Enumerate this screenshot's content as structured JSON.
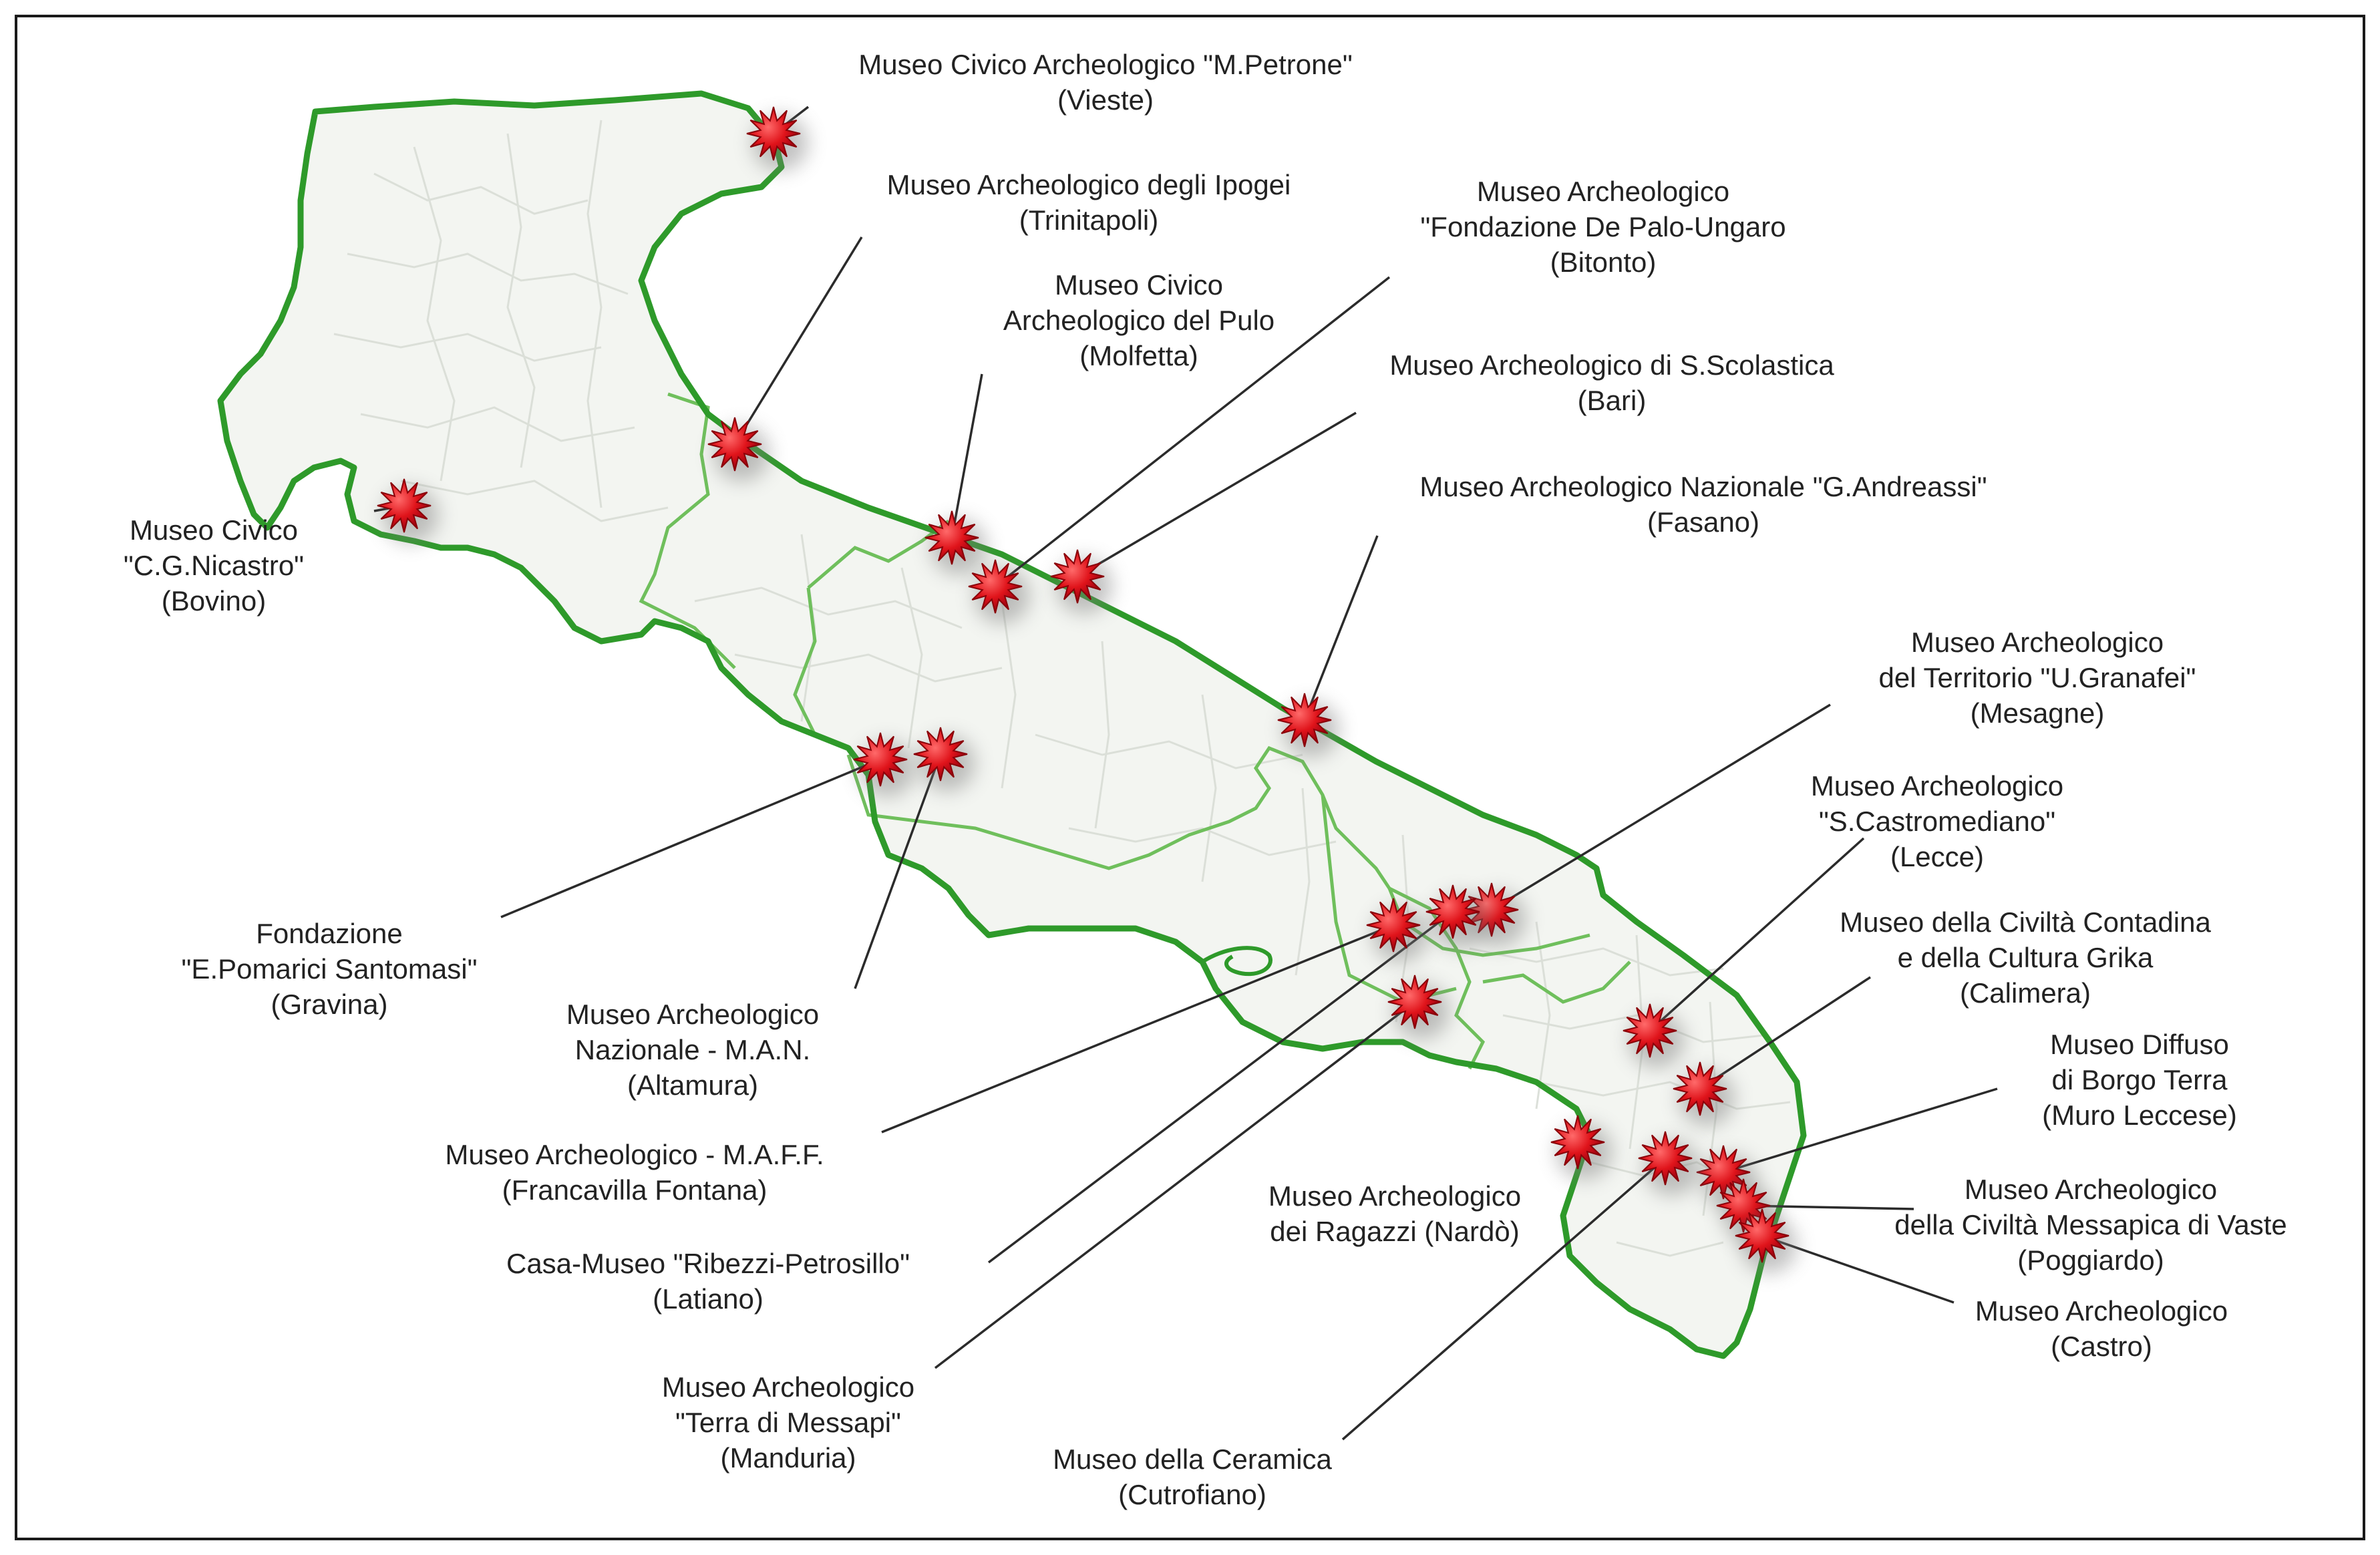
{
  "colors": {
    "region_border": "#2e9a2a",
    "province_border": "#6fbf5c",
    "land_fill": "#f3f5f1",
    "municipality_lines": "#d9ddd6",
    "marker_fill": "#e0141b",
    "marker_stroke": "#8a0008",
    "leader_line": "#2b2b2b",
    "text": "#222222",
    "frame": "#1a1a1a"
  },
  "marker_icon": "red-star-marker-icon",
  "museums": [
    {
      "id": "vieste",
      "name_lines": [
        "Museo Civico Archeologico \"M.Petrone\"",
        "(Vieste)"
      ]
    },
    {
      "id": "trinitapoli",
      "name_lines": [
        "Museo Archeologico degli Ipogei",
        "(Trinitapoli)"
      ]
    },
    {
      "id": "bovino",
      "name_lines": [
        "Museo Civico",
        "\"C.G.Nicastro\"",
        "(Bovino)"
      ]
    },
    {
      "id": "molfetta",
      "name_lines": [
        "Museo Civico",
        "Archeologico del Pulo",
        "(Molfetta)"
      ]
    },
    {
      "id": "bitonto",
      "name_lines": [
        "Museo Archeologico",
        "\"Fondazione De Palo-Ungaro",
        "(Bitonto)"
      ]
    },
    {
      "id": "bari",
      "name_lines": [
        "Museo Archeologico di S.Scolastica",
        "(Bari)"
      ]
    },
    {
      "id": "fasano",
      "name_lines": [
        "Museo Archeologico Nazionale \"G.Andreassi\"",
        "(Fasano)"
      ]
    },
    {
      "id": "mesagne",
      "name_lines": [
        "Museo Archeologico",
        "del Territorio \"U.Granafei\"",
        "(Mesagne)"
      ]
    },
    {
      "id": "lecce",
      "name_lines": [
        "Museo Archeologico",
        "\"S.Castromediano\"",
        "(Lecce)"
      ]
    },
    {
      "id": "calimera",
      "name_lines": [
        "Museo della Civiltà Contadina",
        "e della Cultura Grika",
        "(Calimera)"
      ]
    },
    {
      "id": "muro-leccese",
      "name_lines": [
        "Museo Diffuso",
        "di Borgo Terra",
        "(Muro Leccese)"
      ]
    },
    {
      "id": "poggiardo",
      "name_lines": [
        "Museo Archeologico",
        "della Civiltà Messapica di Vaste",
        "(Poggiardo)"
      ]
    },
    {
      "id": "castro",
      "name_lines": [
        "Museo Archeologico",
        "(Castro)"
      ]
    },
    {
      "id": "gravina",
      "name_lines": [
        "Fondazione",
        "\"E.Pomarici Santomasi\"",
        "(Gravina)"
      ]
    },
    {
      "id": "altamura",
      "name_lines": [
        "Museo Archeologico",
        "Nazionale - M.A.N.",
        "(Altamura)"
      ]
    },
    {
      "id": "francavilla",
      "name_lines": [
        "Museo Archeologico - M.A.F.F.",
        "(Francavilla Fontana)"
      ]
    },
    {
      "id": "latiano",
      "name_lines": [
        "Casa-Museo \"Ribezzi-Petrosillo\"",
        "(Latiano)"
      ]
    },
    {
      "id": "manduria",
      "name_lines": [
        "Museo Archeologico",
        "\"Terra di Messapi\"",
        "(Manduria)"
      ]
    },
    {
      "id": "cutrofiano",
      "name_lines": [
        "Museo della Ceramica",
        "(Cutrofiano)"
      ]
    },
    {
      "id": "nardo",
      "name_lines": [
        "Museo Archeologico",
        "dei Ragazzi (Nardò)"
      ]
    }
  ]
}
